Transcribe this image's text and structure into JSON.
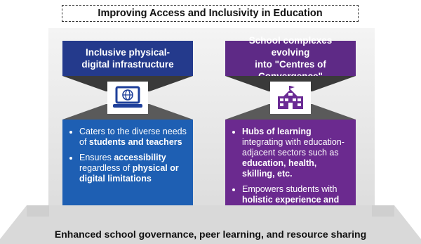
{
  "title": "Improving Access and Inclusivity in Education",
  "left": {
    "header_line1": "Inclusive physical-",
    "header_line2": "digital infrastructure",
    "icon": "laptop-globe-icon",
    "bullets": [
      {
        "pre": "Caters to the diverse needs of ",
        "bold": "students and teachers",
        "post": "",
        "bold2": "",
        "post2": ""
      },
      {
        "pre": "Ensures ",
        "bold": "accessibility",
        "post": " regardless of ",
        "bold2": "physical or digital limitations",
        "post2": ""
      }
    ]
  },
  "right": {
    "header_line1": "School complexes evolving",
    "header_line2": "into \"Centres of Convergence\"",
    "icon": "school-building-icon",
    "bullets": [
      {
        "pre": "",
        "bold": "Hubs of learning",
        "post": " integrating with education-adjacent sectors such as ",
        "bold2": "education, health, skilling, etc.",
        "post2": ""
      },
      {
        "pre": "Empowers students with ",
        "bold": "holistic experience and skills",
        "post": "",
        "bold2": "",
        "post2": ""
      }
    ]
  },
  "bottom_banner": "Enhanced school governance, peer learning, and resource sharing",
  "colors": {
    "left_header": "#243a8c",
    "left_body": "#1e5fb3",
    "right_header": "#5e2a86",
    "right_body": "#6b2a8f",
    "banner": "#d9d9d9"
  }
}
